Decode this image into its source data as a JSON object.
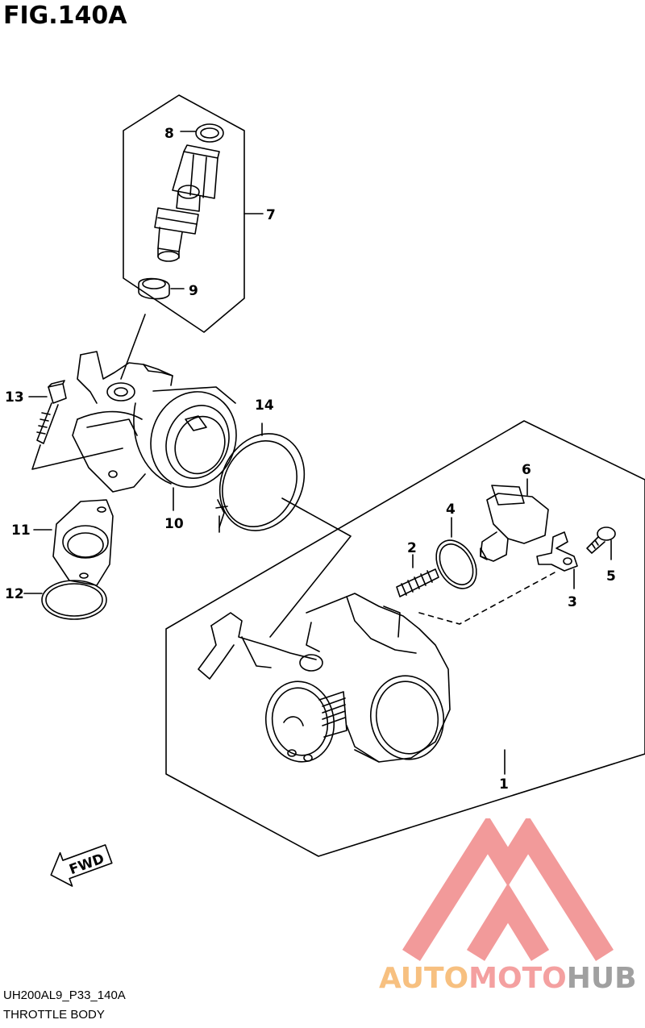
{
  "figure": {
    "title": "FIG.140A",
    "code": "UH200AL9_P33_140A",
    "name": "THROTTLE BODY"
  },
  "callouts": [
    "1",
    "2",
    "3",
    "4",
    "5",
    "6",
    "7",
    "8",
    "9",
    "10",
    "11",
    "12",
    "13",
    "14"
  ],
  "fwd_label": "FWD",
  "watermark": {
    "brand_parts": [
      "AUTO",
      "MOTO",
      "HUB"
    ],
    "colors": {
      "auto": "#f7c080",
      "moto": "#f4a0a0",
      "hub": "#a0a0a0",
      "triangle": "#f29a9a"
    }
  },
  "colors": {
    "line": "#000000",
    "background": "#ffffff"
  }
}
